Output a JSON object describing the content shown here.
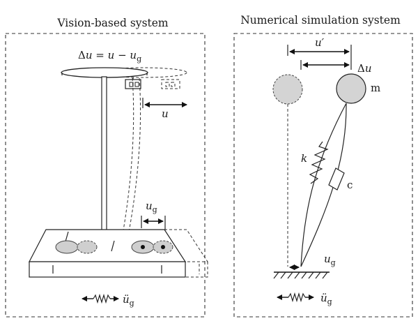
{
  "left_panel": {
    "title": "Vision-based system",
    "equation_symbol": "Δ",
    "equation_var": "u",
    "equation_rest": " = ",
    "equation_u2": "u",
    "equation_minus": " − ",
    "equation_u3": "u",
    "equation_sub": "g",
    "u_label": "u",
    "ug_label": "u",
    "ug_sub": "g",
    "accel_label": "ü",
    "accel_sub": "g"
  },
  "right_panel": {
    "title": "Numerical simulation system",
    "u_prime_label": "u′",
    "delta_u_symbol": "Δ",
    "delta_u_var": "u",
    "mass_label": "m",
    "spring_label": "k",
    "damper_label": "c",
    "ug_label": "u",
    "ug_sub": "g",
    "accel_label": "ü",
    "accel_sub": "g"
  },
  "colors": {
    "mass_fill": "#d4d4d4",
    "ellipse_fill": "#cfcfcf",
    "line": "#222222"
  }
}
